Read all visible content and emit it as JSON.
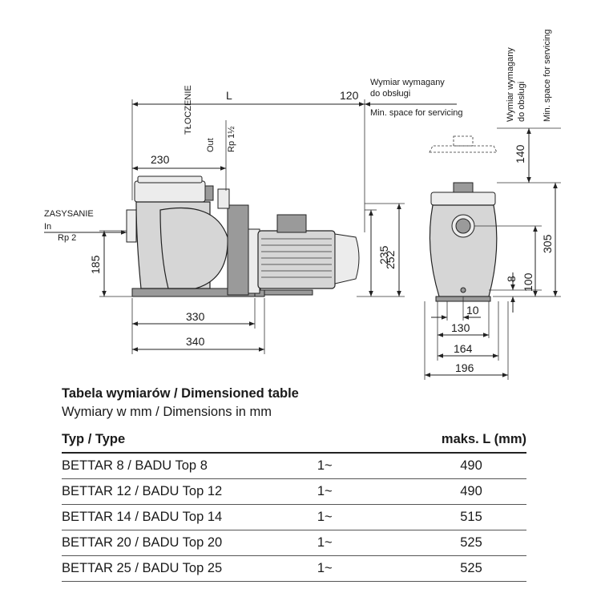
{
  "drawing": {
    "labels": {
      "out_pl": "TŁOCZENIE",
      "out_en": "Out",
      "out_thread": "Rp 1½",
      "in_pl": "ZASYSANIE",
      "in_en": "In",
      "in_thread": "Rp 2",
      "service_pl_1": "Wymiar wymagany",
      "service_pl_2": "do obsługi",
      "service_en": "Min. space for servicing",
      "service_pl_v1": "Wymiar wymagany",
      "service_pl_v2": "do obsługi",
      "service_en_v": "Min. space for servicing"
    },
    "dimensions": {
      "L": "L",
      "d120": "120",
      "d230": "230",
      "d185": "185",
      "d235": "235",
      "d252": "252",
      "d330": "330",
      "d340": "340",
      "d140": "140",
      "d305": "305",
      "d8": "8",
      "d100": "100",
      "d10": "10",
      "d130": "130",
      "d164": "164",
      "d196": "196"
    }
  },
  "table": {
    "title": "Tabela wymiarów / Dimensioned table",
    "subtitle": "Wymiary w mm / Dimensions in mm",
    "headers": {
      "type": "Typ / Type",
      "phase": "",
      "max_l": "maks. L (mm)"
    },
    "rows": [
      {
        "type": "BETTAR 8 / BADU Top 8",
        "phase": "1~",
        "max_l": "490"
      },
      {
        "type": "BETTAR 12 / BADU Top 12",
        "phase": "1~",
        "max_l": "490"
      },
      {
        "type": "BETTAR 14 / BADU Top 14",
        "phase": "1~",
        "max_l": "515"
      },
      {
        "type": "BETTAR 20 / BADU Top 20",
        "phase": "1~",
        "max_l": "525"
      },
      {
        "type": "BETTAR 25 / BADU Top 25",
        "phase": "1~",
        "max_l": "525"
      }
    ]
  }
}
